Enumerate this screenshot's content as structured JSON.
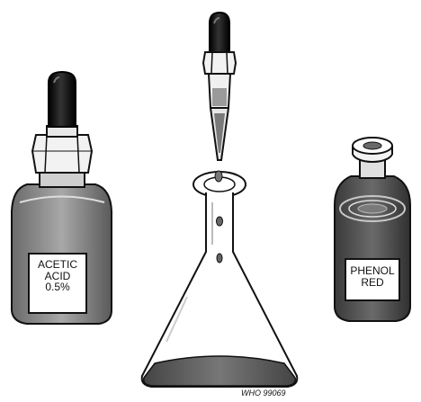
{
  "bottles": {
    "acetic_acid": {
      "line1": "ACETIC",
      "line2": "ACID",
      "line3": "0.5%"
    },
    "phenol_red": {
      "line1": "PHENOL",
      "line2": "RED"
    }
  },
  "credit": "WHO 99069",
  "colors": {
    "outline": "#111111",
    "acetic_glass": "#7a7a7a",
    "phenol_liquid": "#4a4a4a",
    "flask_liquid": "#555555",
    "dropper_bulb": "#1a1a1a"
  }
}
